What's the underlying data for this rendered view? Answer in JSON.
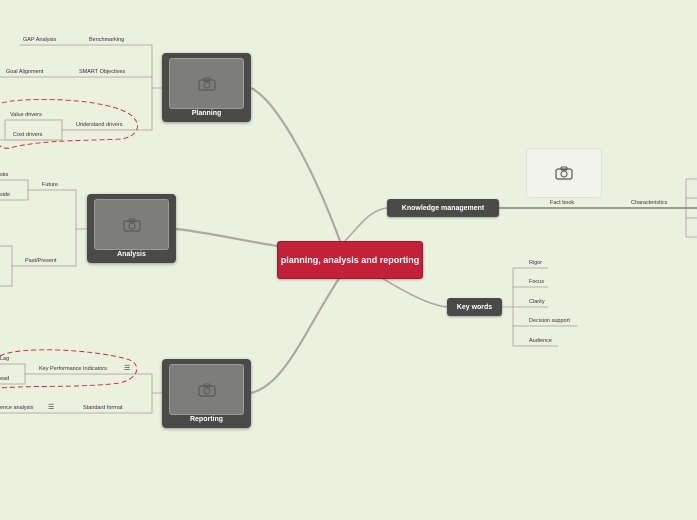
{
  "central": {
    "title": "planning, analysis and reporting"
  },
  "planning": {
    "title": "Planning",
    "items": {
      "benchmarking": "Benchmarking",
      "gap_analysis": "GAP Analysis",
      "smart_objectives": "SMART Objectives",
      "goal_alignment": "Goal Alignment",
      "understand_drivers": "Understand drivers",
      "value_drivers": "Value drivers",
      "cost_drivers": "Cost drivers"
    }
  },
  "analysis": {
    "title": "Analysis",
    "items": {
      "future": "Future",
      "future_child_1": "sks",
      "future_child_2": "side",
      "past_present": "Past/Present"
    }
  },
  "reporting": {
    "title": "Reporting",
    "items": {
      "kpi": "Key Performance Indicators",
      "kpi_child_1": "Lag",
      "kpi_child_2": "ead",
      "standard_format": "Standard format",
      "variance_analysis": "ence analysis"
    }
  },
  "knowledge": {
    "title": "Knowledge management",
    "fact_book": "Fact book",
    "characteristics": "Characteristics"
  },
  "keywords": {
    "title": "Key words",
    "items": [
      "Rigor",
      "Focus",
      "Clarity",
      "Decision support",
      "Audience"
    ]
  },
  "icons": {
    "image_placeholder": "camera-icon",
    "notes": "notes-icon"
  },
  "colors": {
    "central": "#c3203a",
    "node": "#4a4a48",
    "boundary": "#c3203a",
    "background": "#ecf0df",
    "line": "#a9ab9f"
  }
}
